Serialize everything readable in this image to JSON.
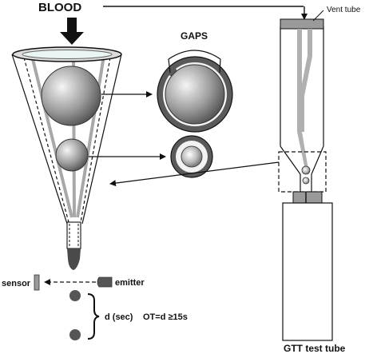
{
  "labels": {
    "blood": "BLOOD",
    "gaps": "GAPS",
    "vent_tube": "Vent tube",
    "sensor": "sensor",
    "emitter": "emitter",
    "d_sec": "d (sec)",
    "ot_formula": "OT=d ≥15s",
    "gtt_test_tube": "GTT test tube"
  },
  "colors": {
    "stroke": "#111111",
    "metal_light": "#f2f2f2",
    "metal_dark": "#5a5a5a",
    "grey_fill": "#9a9a9a",
    "dark_dot": "#555555",
    "rim_fill": "#dcdcdc",
    "rim_inner": "#eaf6f4"
  },
  "icons": {
    "blood_arrow": "down-arrow-icon",
    "emitter": "emitter-icon",
    "sensor": "sensor-icon"
  }
}
